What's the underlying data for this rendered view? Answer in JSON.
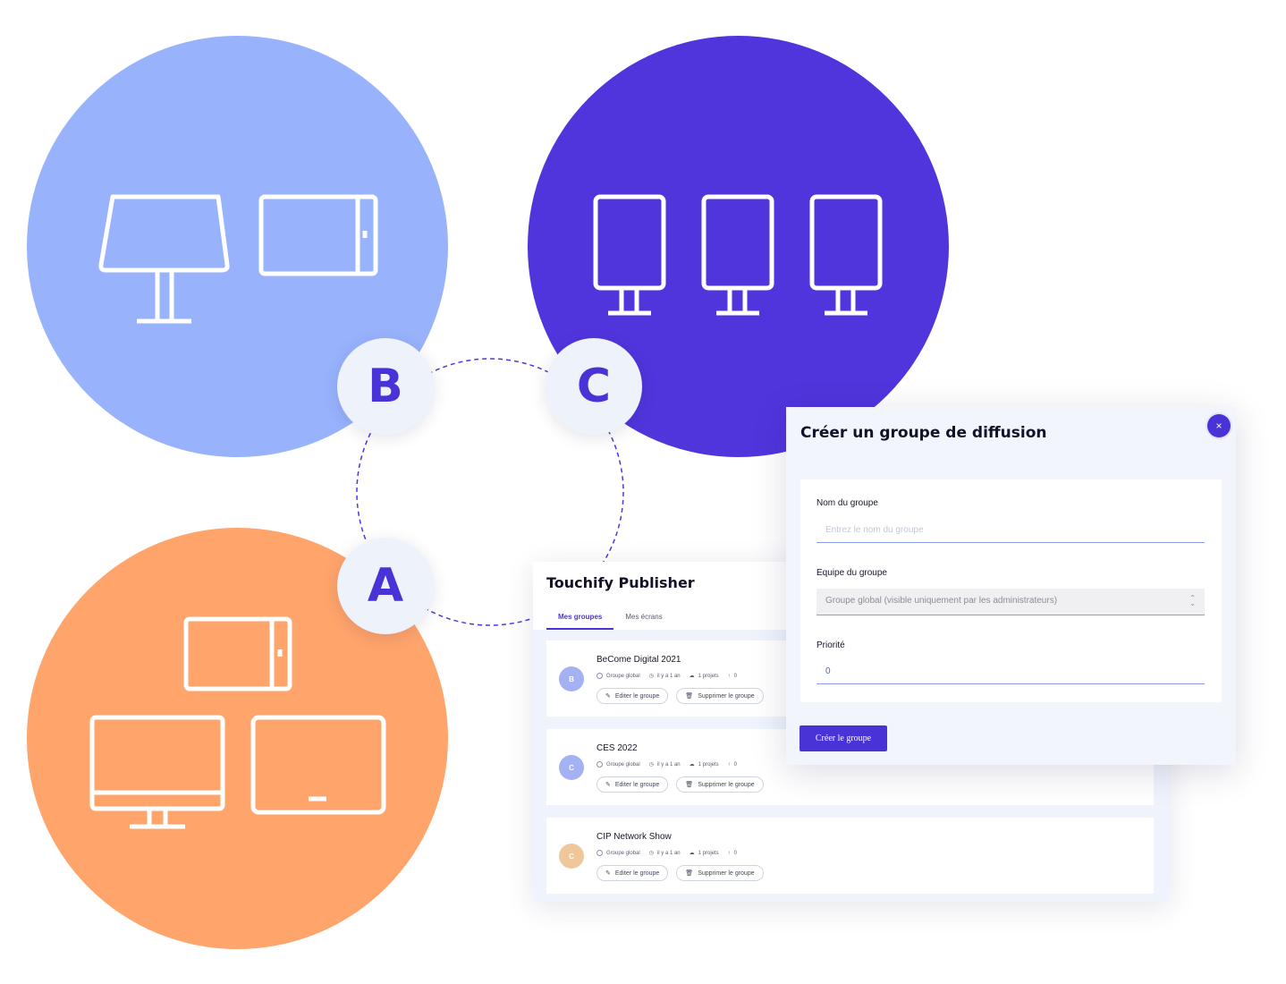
{
  "badges": {
    "a": "A",
    "b": "B",
    "c": "C"
  },
  "colors": {
    "circle_a": "#ffa46b",
    "circle_b": "#98b2fc",
    "circle_c": "#5035dc",
    "accent": "#4a33d6"
  },
  "publisher": {
    "title": "Touchify Publisher",
    "tabs": [
      {
        "label": "Mes groupes",
        "active": true
      },
      {
        "label": "Mes écrans",
        "active": false
      }
    ],
    "groups": [
      {
        "initial": "B",
        "avatar_color": "#a4b1f2",
        "name": "BeCome Digital 2021",
        "team": "Groupe global",
        "age": "il y a 1 an",
        "projects": "1 projets",
        "count": "0",
        "edit_label": "Editer le groupe",
        "delete_label": "Supprimer le groupe"
      },
      {
        "initial": "C",
        "avatar_color": "#a4b1f2",
        "name": "CES 2022",
        "team": "Groupe global",
        "age": "il y a 1 an",
        "projects": "1 projets",
        "count": "0",
        "edit_label": "Editer le groupe",
        "delete_label": "Supprimer le groupe"
      },
      {
        "initial": "C",
        "avatar_color": "#f0c79b",
        "name": "CIP Network Show",
        "team": "Groupe global",
        "age": "il y a 1 an",
        "projects": "1 projets",
        "count": "0",
        "edit_label": "Editer le groupe",
        "delete_label": "Supprimer le groupe"
      }
    ]
  },
  "modal": {
    "title": "Créer un groupe de diffusion",
    "close_icon": "×",
    "name_label": "Nom du groupe",
    "name_placeholder": "Entrez le nom du groupe",
    "team_label": "Equipe du groupe",
    "team_value": "Groupe global (visible uniquement par les administrateurs)",
    "priority_label": "Priorité",
    "priority_value": "0",
    "submit_label": "Créer le groupe"
  }
}
